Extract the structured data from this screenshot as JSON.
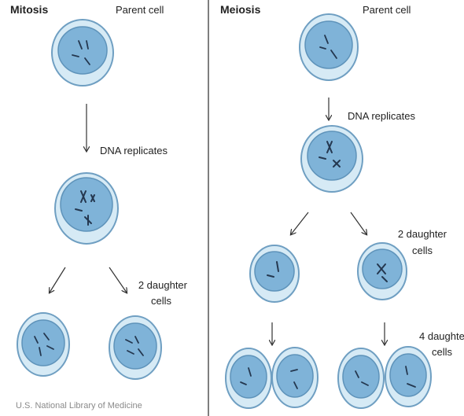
{
  "mitosis": {
    "title": "Mitosis",
    "parent_label": "Parent cell",
    "replicate_label": "DNA replicates",
    "daughters_label_line1": "2 daughter",
    "daughters_label_line2": "cells"
  },
  "meiosis": {
    "title": "Meiosis",
    "parent_label": "Parent cell",
    "replicate_label": "DNA replicates",
    "daughters_label_line1": "2 daughter",
    "daughters_label_line2": "cells",
    "four_label_line1": "4 daughte",
    "four_label_line2": "cells"
  },
  "credit": "U.S. National Library of Medicine",
  "colors": {
    "outer_cell": "#d6eaf5",
    "cell_outline": "#6f9fc2",
    "nucleus": "#7fb3d8",
    "chromosome": "#24374f",
    "arrow": "#333333",
    "divider": "#555555"
  }
}
